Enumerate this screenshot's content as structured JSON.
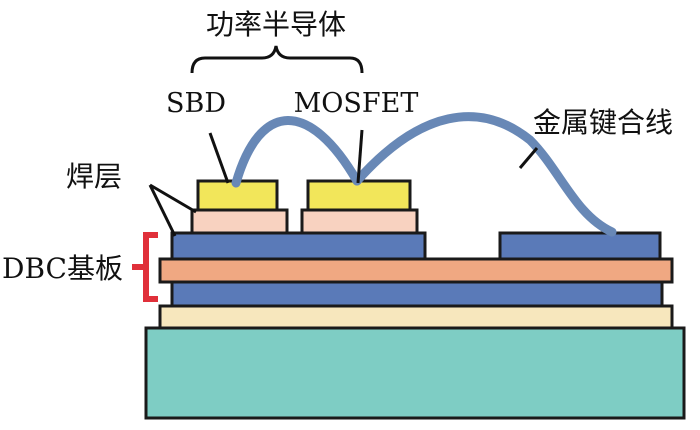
{
  "labels": {
    "power_semiconductor": "功率半导体",
    "sbd": "SBD",
    "mosfet": "MOSFET",
    "bond_wire": "金属键合线",
    "solder_layer": "焊层",
    "dbc_substrate": "DBC基板"
  },
  "colors": {
    "baseplate": "#7ecdc4",
    "cream": "#f7e7bd",
    "blue": "#5a7ab8",
    "orange": "#f0a882",
    "pink": "#f8d2c0",
    "chip_yellow": "#f2e65a",
    "wire": "#6888b6",
    "bracket_red": "#e0303a",
    "text": "#111111"
  }
}
